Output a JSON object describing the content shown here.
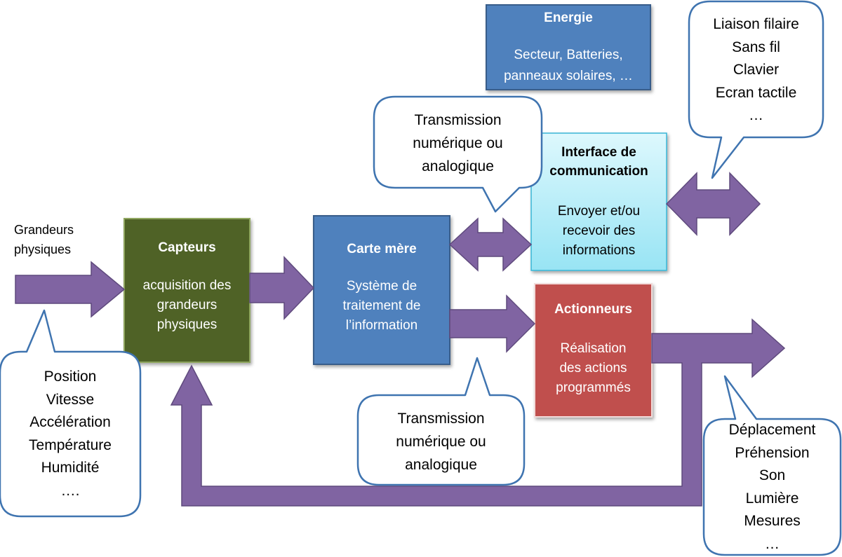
{
  "input": {
    "label": [
      "Grandeurs",
      "physiques"
    ]
  },
  "blocks": {
    "capteurs": {
      "title": "Capteurs",
      "lines": [
        "acquisition des",
        "grandeurs",
        "physiques"
      ],
      "color": "#4F6228"
    },
    "carte_mere": {
      "title": "Carte mère",
      "lines": [
        "Système de",
        "traitement de",
        "l’information"
      ],
      "color": "#4F81BD"
    },
    "actionneurs": {
      "title": "Actionneurs",
      "lines": [
        "Réalisation",
        "des actions",
        "programmés"
      ],
      "color": "#C0504D"
    },
    "interface": {
      "title": [
        "Interface de",
        "communication"
      ],
      "lines": [
        "Envoyer  et/ou",
        "recevoir des",
        "informations"
      ],
      "color": "#B7EEF9"
    },
    "energie": {
      "title": "Energie",
      "lines": [
        "Secteur, Batteries,",
        "panneaux solaires, …"
      ],
      "color": "#4F81BD"
    }
  },
  "callouts": {
    "grandeurs": {
      "items": [
        "Position",
        "Vitesse",
        "Accélération",
        "Température",
        "Humidité",
        "…."
      ]
    },
    "transmission_top": {
      "items": [
        "Transmission",
        "numérique ou",
        "analogique"
      ]
    },
    "transmission_bottom": {
      "items": [
        "Transmission",
        "numérique ou",
        "analogique"
      ]
    },
    "liaisons": {
      "items": [
        "Liaison filaire",
        "Sans fil",
        "Clavier",
        "Ecran tactile",
        "…"
      ]
    },
    "actions": {
      "items": [
        "Déplacement",
        "Préhension",
        "Son",
        "Lumière",
        "Mesures",
        "…"
      ]
    }
  },
  "colors": {
    "arrow": "#8064A2",
    "arrow_border": "#5F4A7D",
    "callout_border": "#3F74B0"
  }
}
